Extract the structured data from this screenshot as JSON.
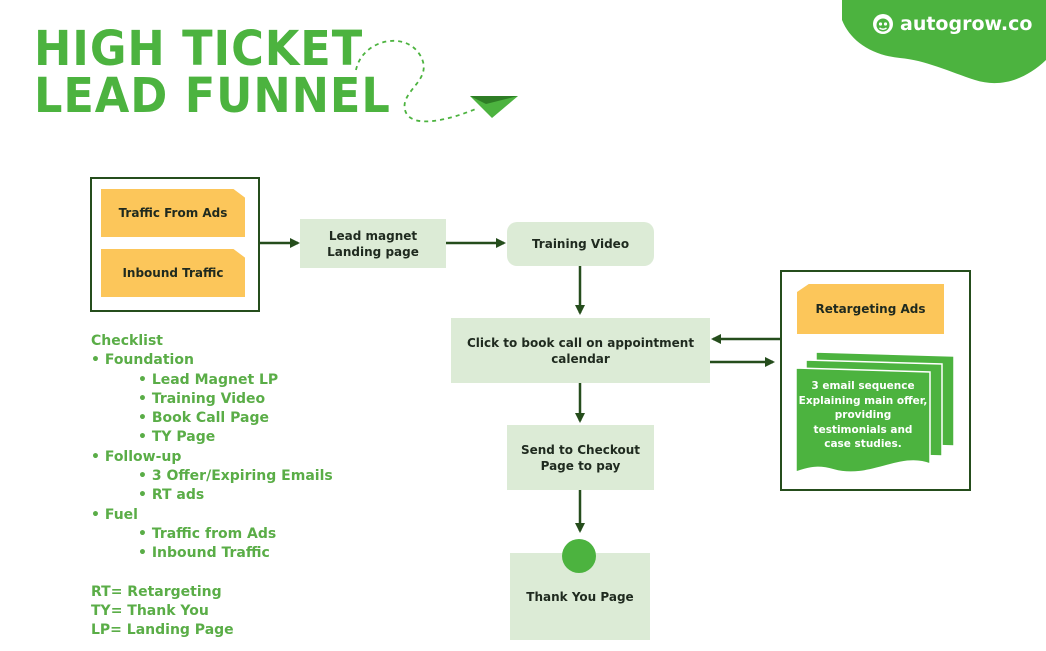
{
  "header": {
    "title_line1": "HIGH TICKET",
    "title_line2": "LEAD FUNNEL",
    "brand": "autogrow.co"
  },
  "funnel": {
    "traffic_ads": "Traffic From Ads",
    "inbound_traffic": "Inbound Traffic",
    "lead_magnet": "Lead magnet\nLanding page",
    "training_video": "Training Video",
    "book_call": "Click to book call on appointment\ncalendar",
    "checkout": "Send to Checkout\nPage to pay",
    "thank_you": "Thank You Page",
    "retargeting_ads": "Retargeting Ads",
    "email_sequence": "3 email sequence\nExplaining main offer,\nproviding\ntestimonials and\ncase studies."
  },
  "checklist": {
    "heading": "Checklist",
    "sections": [
      {
        "label": "• Foundation",
        "items": [
          "• Lead Magnet LP",
          "• Training Video",
          "• Book Call Page",
          "• TY Page"
        ]
      },
      {
        "label": "• Follow-up",
        "items": [
          "• 3 Offer/Expiring Emails",
          "• RT ads"
        ]
      },
      {
        "label": "• Fuel",
        "items": [
          "• Traffic from Ads",
          "• Inbound Traffic"
        ]
      }
    ],
    "legend": [
      "RT= Retargeting",
      "TY= Thank You",
      "LP= Landing Page"
    ]
  },
  "colors": {
    "brand_green": "#4cb33f",
    "text_green": "#5aad47",
    "box_light": "#dcebd6",
    "box_yellow": "#fcc65a",
    "dark_green": "#254d1c"
  },
  "icons": {
    "logo": "monkey-face-icon",
    "plane": "paper-plane-icon"
  }
}
